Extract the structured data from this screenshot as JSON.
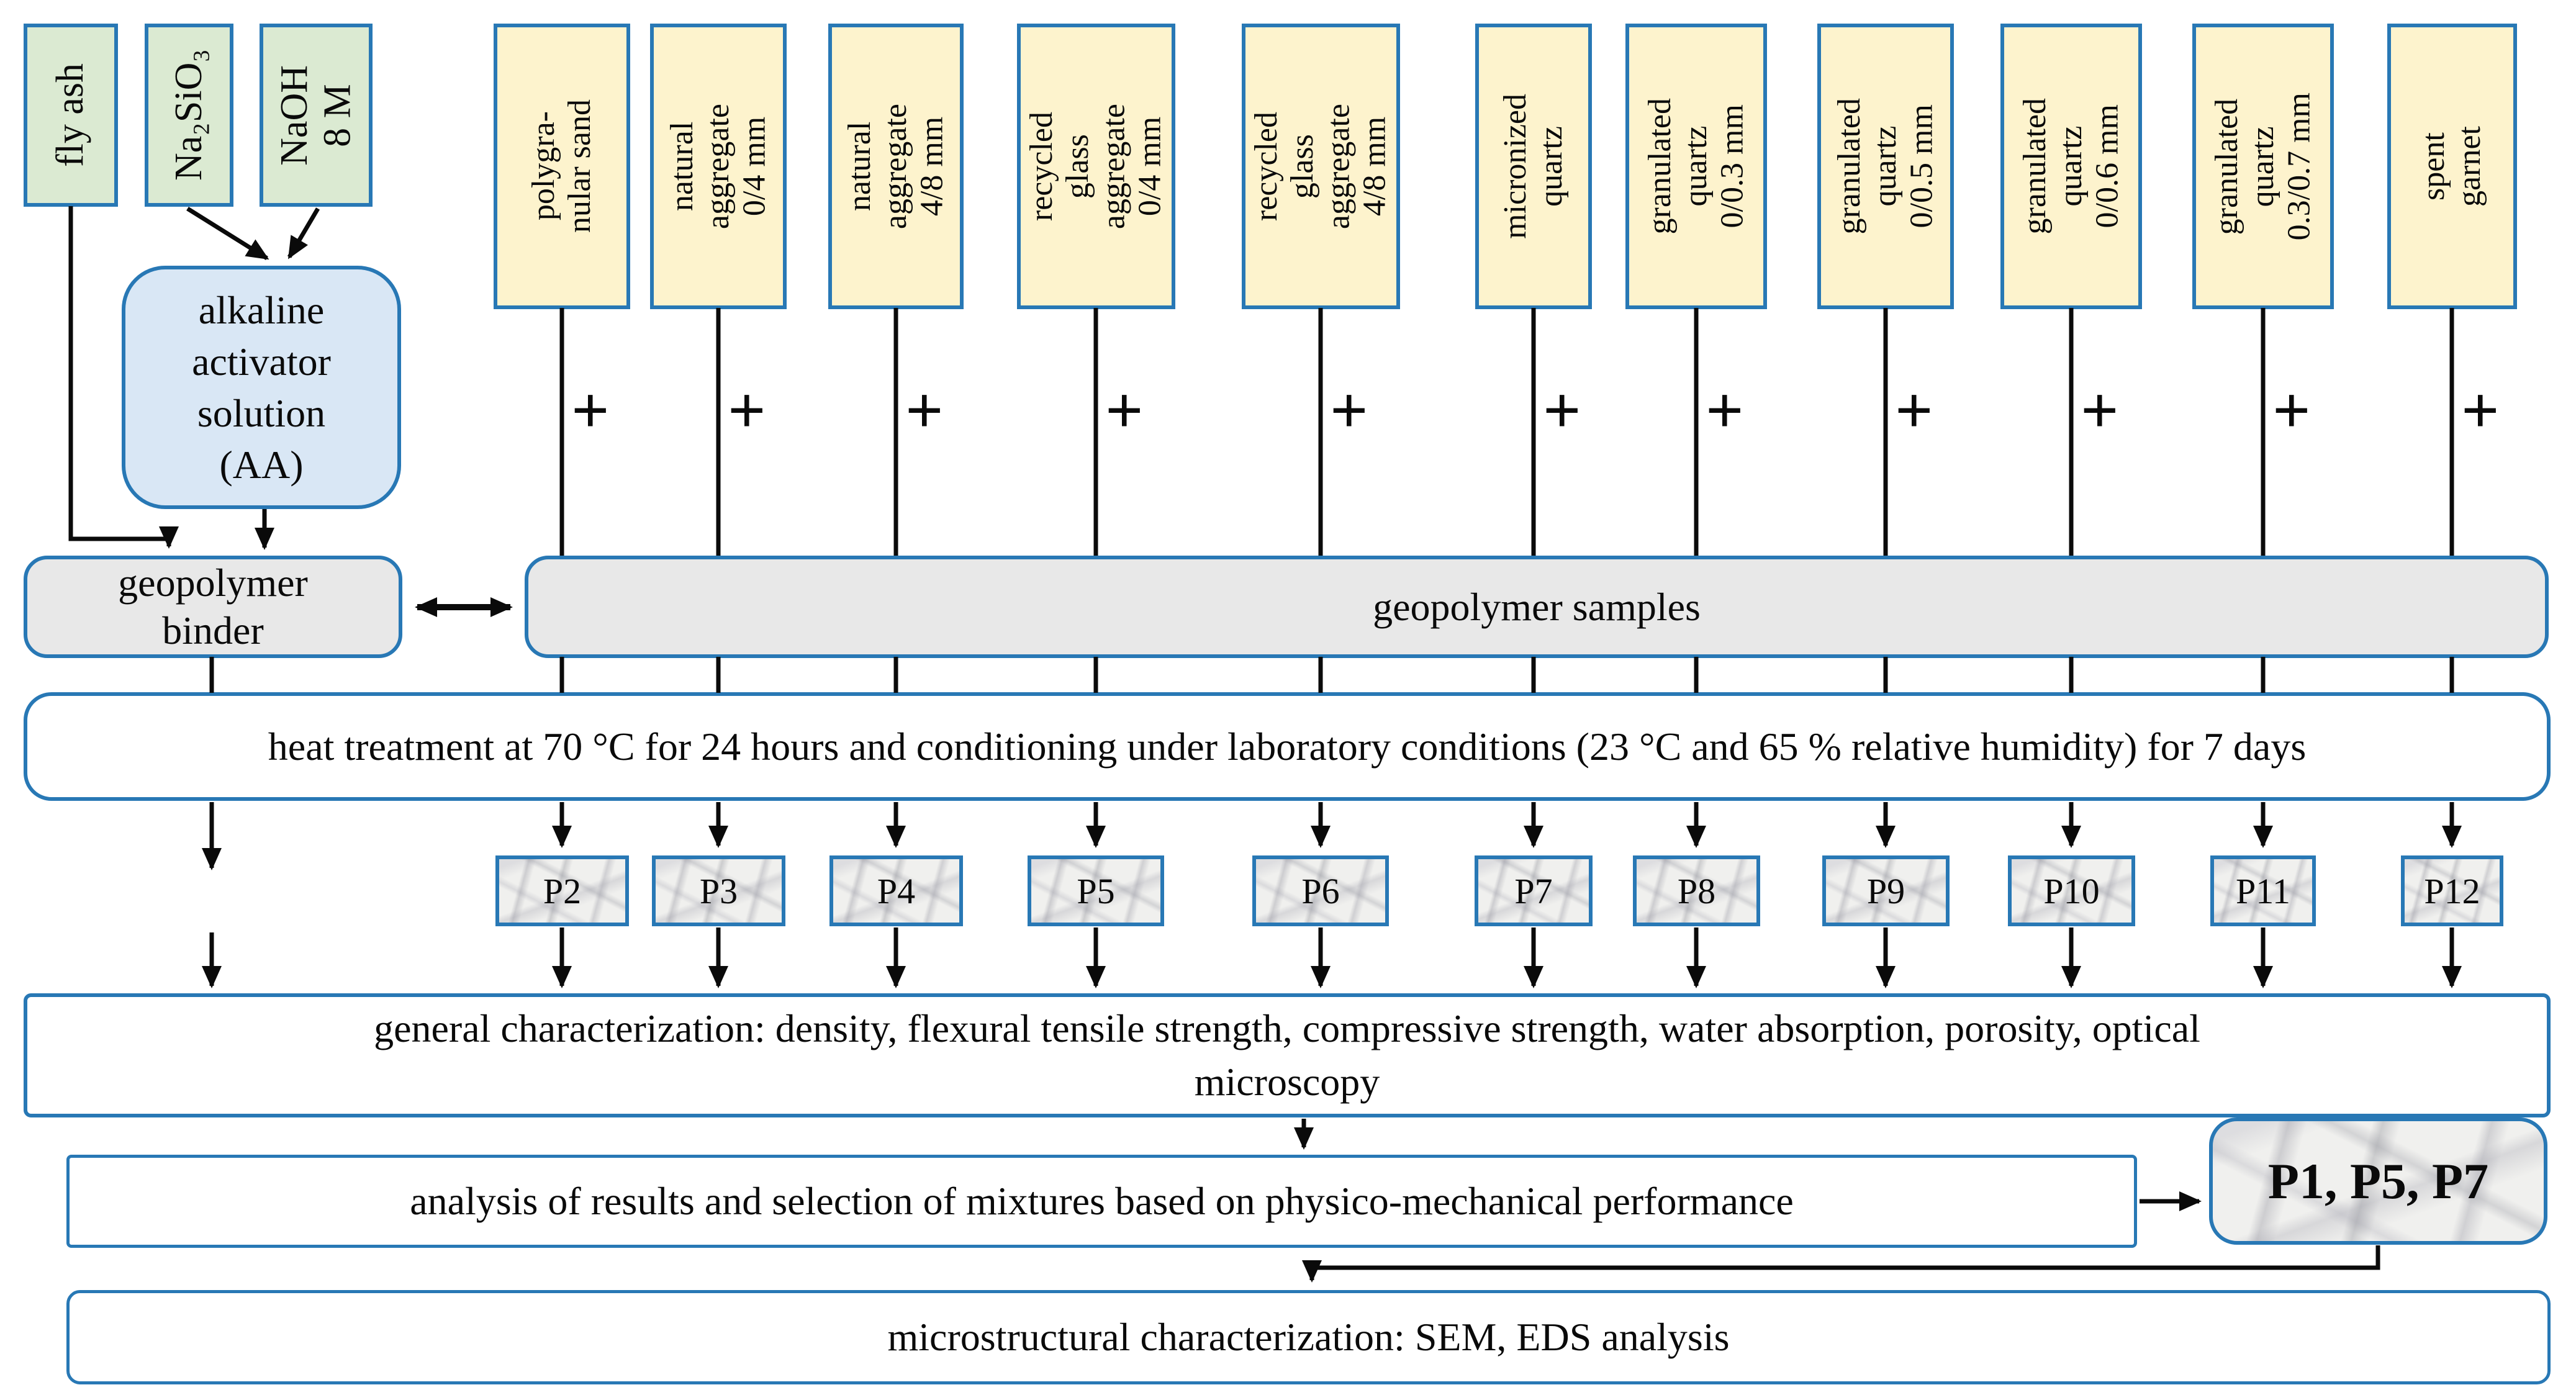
{
  "palette": {
    "border_blue": "#2878b5",
    "green_fill": "#dbead2",
    "yellow_fill": "#fdf3cd",
    "blue_fill": "#d9e7f5",
    "gray_fill": "#e8e8e8",
    "white_fill": "#ffffff",
    "arrow_black": "#0a0a0a"
  },
  "inputs": {
    "fly_ash": "fly ash",
    "sodium_silicate": "Na₂SiO₃",
    "sodium_hydroxide": "NaOH\n8 M"
  },
  "activator": "alkaline\nactivator\nsolution\n(AA)",
  "binder": "geopolymer\nbinder",
  "samples_box": "geopolymer samples",
  "plus_sign": "+",
  "aggregates": [
    "polygra-\nnular sand",
    "natural\naggregate\n0/4 mm",
    "natural\naggregate\n4/8 mm",
    "recycled\nglass\naggregate\n0/4 mm",
    "recycled\nglass\naggregate\n4/8 mm",
    "micronized\nquartz",
    "granulated\nquartz\n0/0.3 mm",
    "granulated\nquartz\n0/0.5 mm",
    "granulated\nquartz\n0/0.6 mm",
    "granulated\nquartz\n0.3/0.7 mm",
    "spent\ngarnet"
  ],
  "heat_treatment": "heat treatment at 70 °C for 24 hours and conditioning under laboratory conditions (23 °C and 65 % relative humidity) for 7 days",
  "samples": [
    "P2",
    "P3",
    "P4",
    "P5",
    "P6",
    "P7",
    "P8",
    "P9",
    "P10",
    "P11",
    "P12"
  ],
  "general_characterization": "general characterization: density, flexural tensile strength, compressive strength, water absorption, porosity, optical\nmicroscopy",
  "analysis": "analysis of results and selection of mixtures based on physico-mechanical performance",
  "selected_samples": "P1, P5, P7",
  "microstructural": "microstructural characterization: SEM, EDS analysis"
}
